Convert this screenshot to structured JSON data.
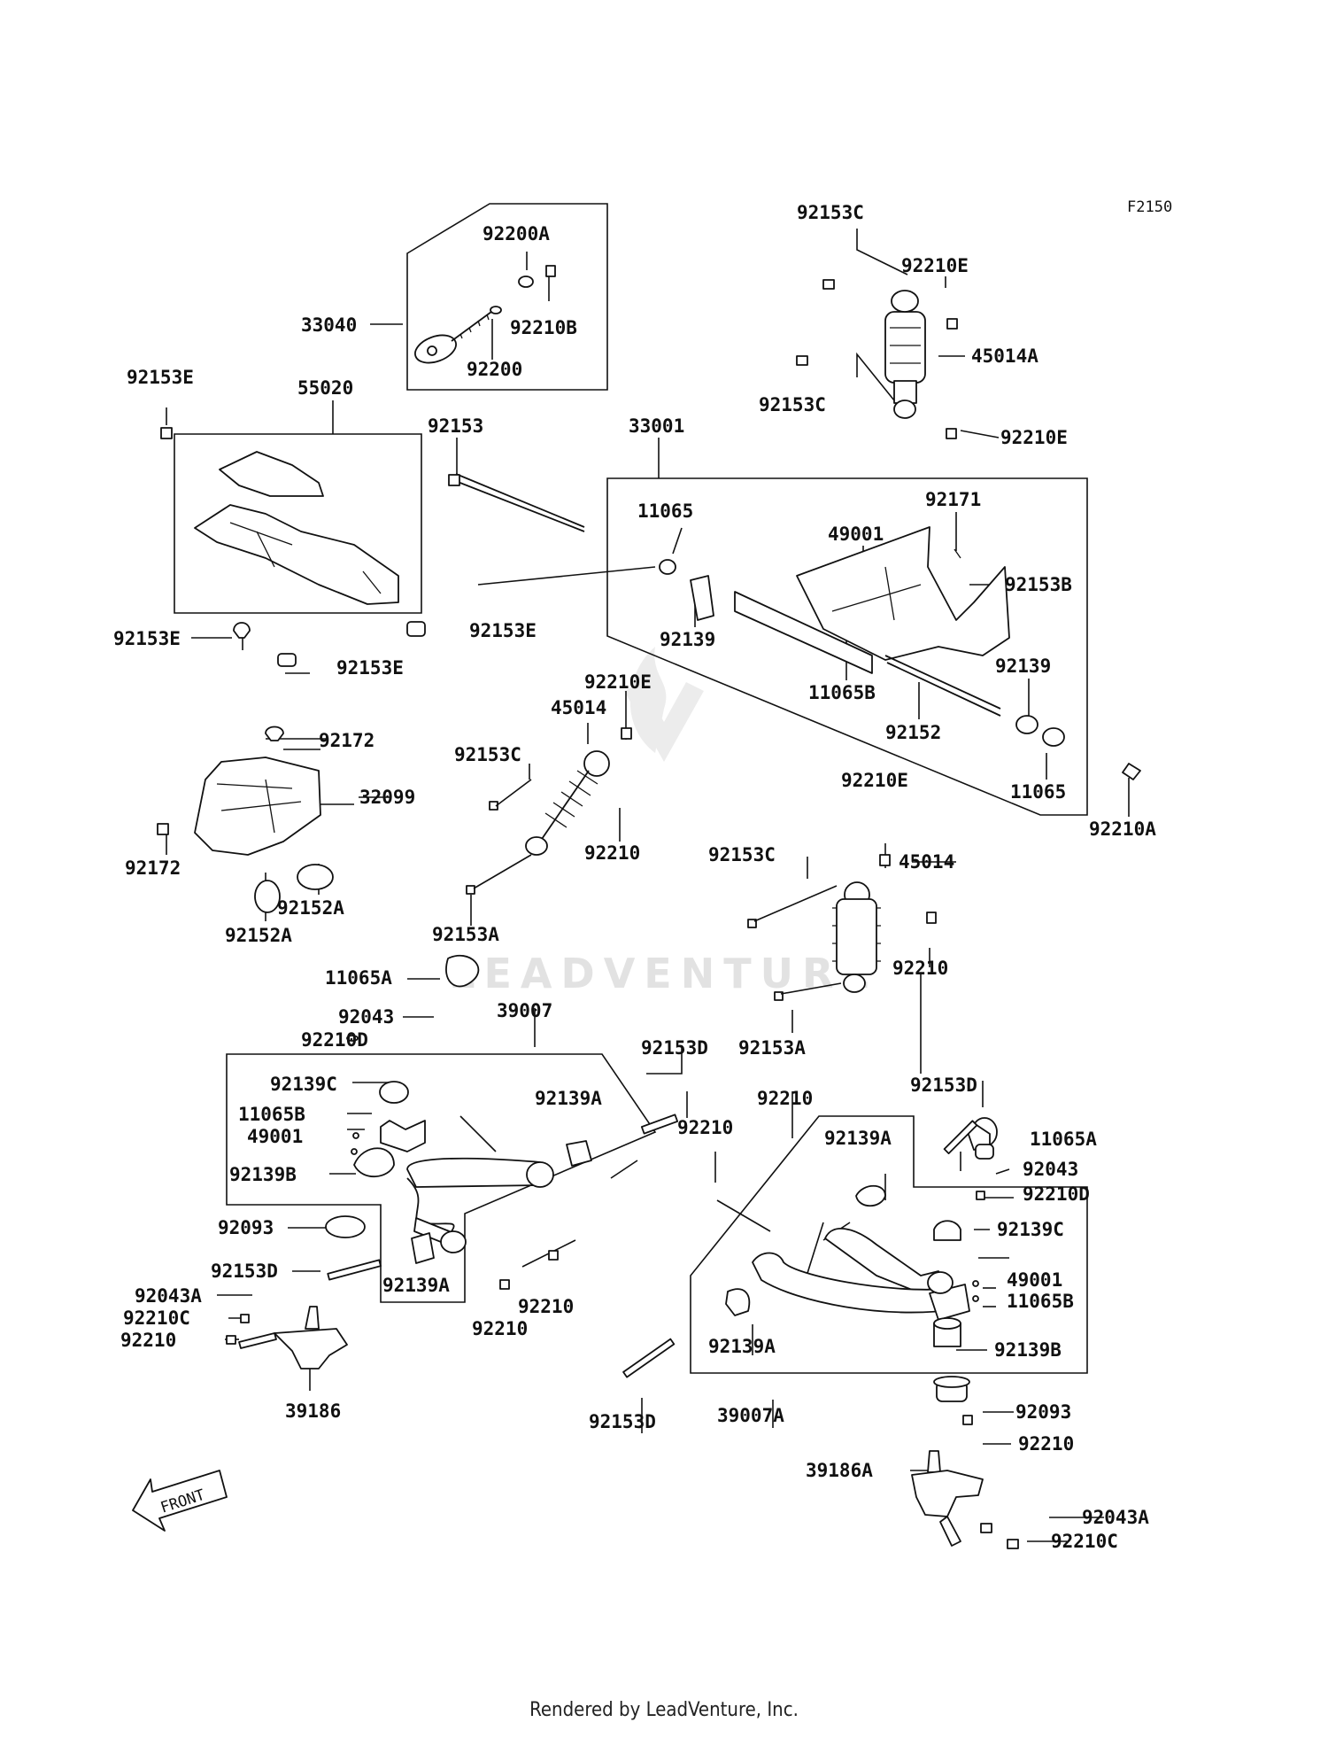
{
  "figure_code": "F2150",
  "watermark": "LEADVENTURE",
  "front_badge": "FRONT",
  "footer": "Rendered by LeadVenture, Inc.",
  "labels": [
    "92153C",
    "92210E",
    "45014A",
    "92153C",
    "92210E",
    "F2150",
    "92200A",
    "33040",
    "92210B",
    "92200",
    "92153E",
    "55020",
    "92153",
    "33001",
    "92171",
    "11065",
    "49001",
    "92153B",
    "92139",
    "11065B",
    "92139",
    "92152",
    "11065",
    "92210A",
    "92153E",
    "92153E",
    "92153E",
    "92172",
    "32099",
    "92172",
    "92152A",
    "92152A",
    "92210E",
    "45014",
    "92153C",
    "92210",
    "92153A",
    "92210E",
    "92153C",
    "45014",
    "92210",
    "92153A",
    "11065A",
    "92043",
    "92210D",
    "39007",
    "92139C",
    "11065B",
    "49001",
    "92139B",
    "92139A",
    "92153D",
    "92093",
    "92153D",
    "92139A",
    "92043A",
    "92210C",
    "92210",
    "92210",
    "92210",
    "39186",
    "92210",
    "92210",
    "92153D",
    "11065A",
    "92139A",
    "92043",
    "92210D",
    "92139C",
    "49001",
    "11065B",
    "92139A",
    "92139B",
    "92153D",
    "39007A",
    "92093",
    "92210",
    "39186A",
    "92043A",
    "92210C"
  ]
}
